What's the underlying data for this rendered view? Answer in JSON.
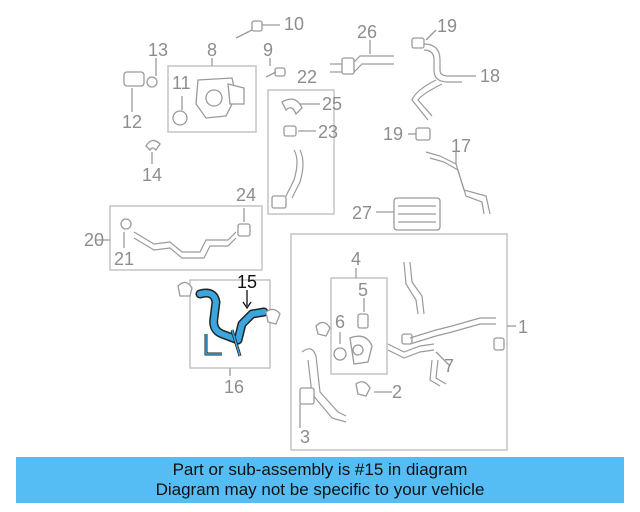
{
  "callouts": {
    "c1": "1",
    "c2": "2",
    "c3": "3",
    "c4": "4",
    "c5": "5",
    "c6": "6",
    "c7": "7",
    "c8": "8",
    "c9": "9",
    "c10": "10",
    "c11": "11",
    "c12": "12",
    "c13": "13",
    "c14": "14",
    "c15": "15",
    "c16": "16",
    "c17": "17",
    "c18": "18",
    "c19a": "19",
    "c19b": "19",
    "c20": "20",
    "c21": "21",
    "c22": "22",
    "c23": "23",
    "c24": "24",
    "c25": "25",
    "c26": "26",
    "c27": "27"
  },
  "highlight_color": "#3aa6dd",
  "banner": {
    "line1": "Part or sub-assembly is #15 in diagram",
    "line2": "Diagram may not be specific to your vehicle",
    "color": "#55bdf3"
  }
}
